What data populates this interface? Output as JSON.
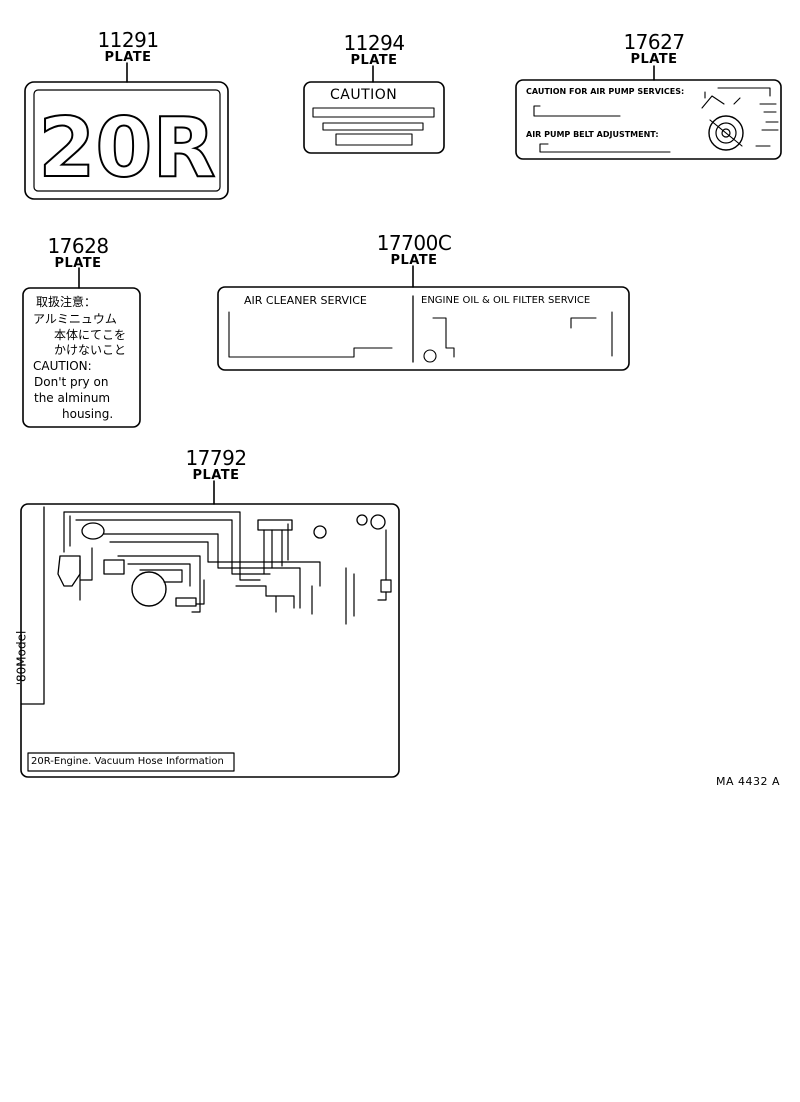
{
  "parts": [
    {
      "number": "11291",
      "name": "PLATE",
      "plate_text": "20R"
    },
    {
      "number": "11294",
      "name": "PLATE",
      "plate_text": "CAUTION"
    },
    {
      "number": "17627",
      "name": "PLATE",
      "line1": "CAUTION FOR AIR PUMP SERVICES:",
      "line2": "AIR PUMP BELT ADJUSTMENT:"
    },
    {
      "number": "17628",
      "name": "PLATE",
      "lines": [
        "取扱注意：",
        "アルミニュウム",
        "本体にてこを",
        "かけないこと",
        "CAUTION:",
        "Don't pry on",
        "the alminum",
        "housing."
      ]
    },
    {
      "number": "17700C",
      "name": "PLATE",
      "left_title": "AIR CLEANER SERVICE",
      "right_title": "ENGINE OIL & OIL FILTER SERVICE"
    },
    {
      "number": "17792",
      "name": "PLATE",
      "side_label": "'80Model",
      "caption": "20R-Engine. Vacuum Hose Information"
    }
  ],
  "figure_code": "MA 4432 A"
}
